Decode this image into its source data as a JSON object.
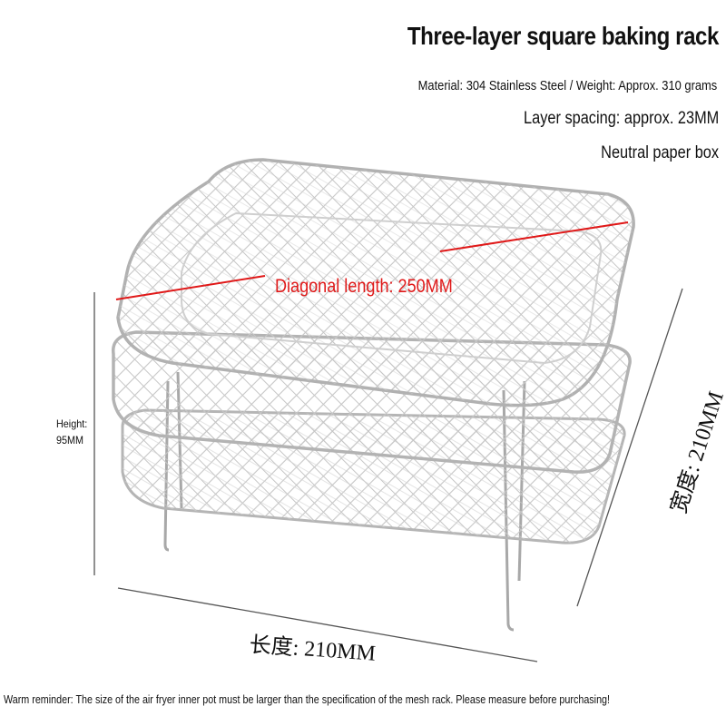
{
  "product": {
    "title": "Three-layer square baking rack",
    "material": "Material: 304 Stainless Steel / Weight: Approx. 310 grams",
    "layer_spacing": "Layer spacing: approx. 23MM",
    "packaging": "Neutral paper box"
  },
  "dimensions": {
    "diagonal": "Diagonal length: 250MM",
    "height_label": "Height:",
    "height_value": "95MM",
    "length": "长度: 210MM",
    "width": "宽度: 210MM"
  },
  "footer": {
    "reminder": "Warm reminder: The size of the air fryer inner pot must be larger than the specification of the mesh rack. Please measure before purchasing!"
  },
  "colors": {
    "accent": "#e01919",
    "metal": "#b9b9b9",
    "text": "#111111"
  }
}
